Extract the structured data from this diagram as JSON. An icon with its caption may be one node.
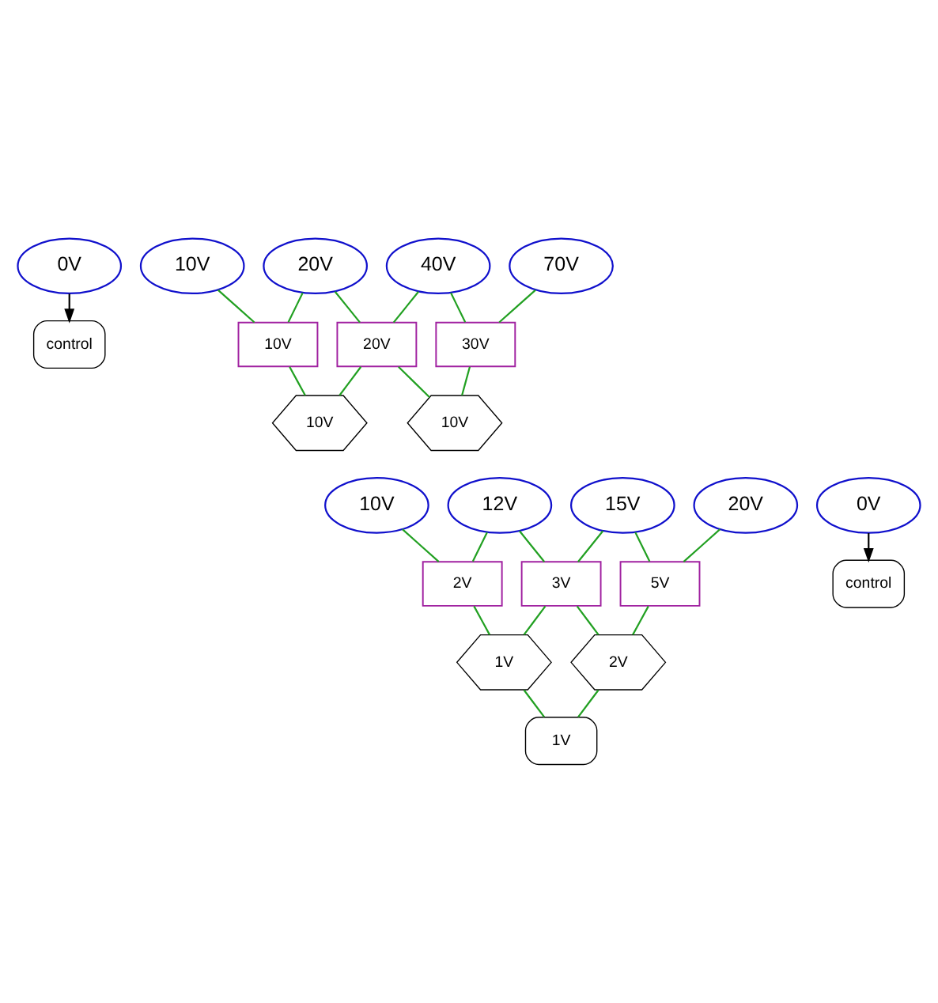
{
  "diagram": {
    "nodes": [
      {
        "text": [
          "0V"
        ]
      },
      {
        "text": [
          "control"
        ]
      },
      {
        "text": [
          "10V"
        ]
      },
      {
        "text": [
          "20V"
        ]
      },
      {
        "text": [
          "40V"
        ]
      },
      {
        "text": [
          "70V"
        ]
      },
      {
        "text": [
          "10V"
        ]
      },
      {
        "text": [
          "20V"
        ]
      },
      {
        "text": [
          "30V"
        ]
      },
      {
        "text": [
          "10V"
        ]
      },
      {
        "text": [
          "10V"
        ]
      },
      {
        "text": [
          "0V"
        ]
      },
      {
        "text": [
          "control"
        ]
      },
      {
        "text": [
          "10V"
        ]
      },
      {
        "text": [
          "12V"
        ]
      },
      {
        "text": [
          "15V"
        ]
      },
      {
        "text": [
          "20V"
        ]
      },
      {
        "text": [
          "2V"
        ]
      },
      {
        "text": [
          "3V"
        ]
      },
      {
        "text": [
          "5V"
        ]
      },
      {
        "text": [
          "1V"
        ]
      },
      {
        "text": [
          "2V"
        ]
      },
      {
        "text": [
          "1V"
        ]
      }
    ],
    "edges": [
      {
        "from": 0,
        "to": 1,
        "arrow": "to",
        "color": "#000000"
      },
      {
        "from": 2,
        "to": 6,
        "arrow": "none"
      },
      {
        "from": 3,
        "to": 6,
        "arrow": "none"
      },
      {
        "from": 3,
        "to": 7,
        "arrow": "none"
      },
      {
        "from": 4,
        "to": 7,
        "arrow": "none"
      },
      {
        "from": 4,
        "to": 8,
        "arrow": "none"
      },
      {
        "from": 5,
        "to": 8,
        "arrow": "none"
      },
      {
        "from": 6,
        "to": 9,
        "arrow": "none"
      },
      {
        "from": 7,
        "to": 9,
        "arrow": "none"
      },
      {
        "from": 7,
        "to": 10,
        "arrow": "none"
      },
      {
        "from": 8,
        "to": 10,
        "arrow": "none"
      },
      {
        "from": 11,
        "to": 12,
        "arrow": "to",
        "color": "#000000"
      },
      {
        "from": 13,
        "to": 17,
        "arrow": "none"
      },
      {
        "from": 14,
        "to": 17,
        "arrow": "none"
      },
      {
        "from": 14,
        "to": 18,
        "arrow": "none"
      },
      {
        "from": 15,
        "to": 18,
        "arrow": "none"
      },
      {
        "from": 15,
        "to": 19,
        "arrow": "none"
      },
      {
        "from": 16,
        "to": 19,
        "arrow": "none"
      },
      {
        "from": 17,
        "to": 20,
        "arrow": "none"
      },
      {
        "from": 18,
        "to": 20,
        "arrow": "none"
      },
      {
        "from": 18,
        "to": 21,
        "arrow": "none"
      },
      {
        "from": 19,
        "to": 21,
        "arrow": "none"
      },
      {
        "from": 20,
        "to": 22,
        "arrow": "none"
      },
      {
        "from": 21,
        "to": 22,
        "arrow": "none"
      }
    ]
  }
}
